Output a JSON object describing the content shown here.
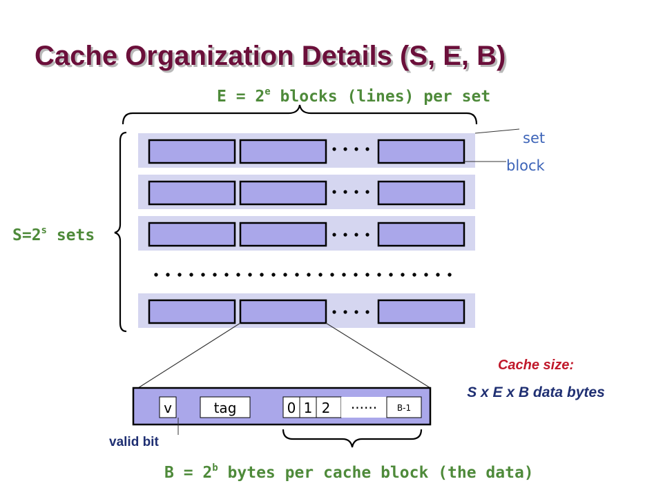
{
  "title": "Cache Organization Details (S, E, B)",
  "e_label": {
    "prefix": "E = 2",
    "sup": "e",
    "suffix": " blocks (lines) per set"
  },
  "s_label": {
    "prefix": "S=2",
    "sup": "s",
    "suffix": " sets"
  },
  "set_label": "set",
  "block_label": "block",
  "row_dots": "....",
  "big_dots": "..........................",
  "block_fields": {
    "valid": "v",
    "tag": "tag",
    "byte0": "0",
    "byte1": "1",
    "byte2": "2",
    "dots": "......",
    "last": "B-1"
  },
  "valid_bit_label": "valid bit",
  "cache_size": {
    "title": "Cache size:",
    "formula": "S x E x B data bytes"
  },
  "b_label": {
    "prefix": "B = 2",
    "sup": "b",
    "suffix": " bytes per cache block (the data)"
  },
  "colors": {
    "title": "#6b0f3a",
    "green": "#4e8a3a",
    "blue": "#3d64b8",
    "set_bg": "#d5d6f0",
    "block_fill": "#aaa7ea",
    "red": "#c0182a",
    "navy": "#1f2f72"
  }
}
